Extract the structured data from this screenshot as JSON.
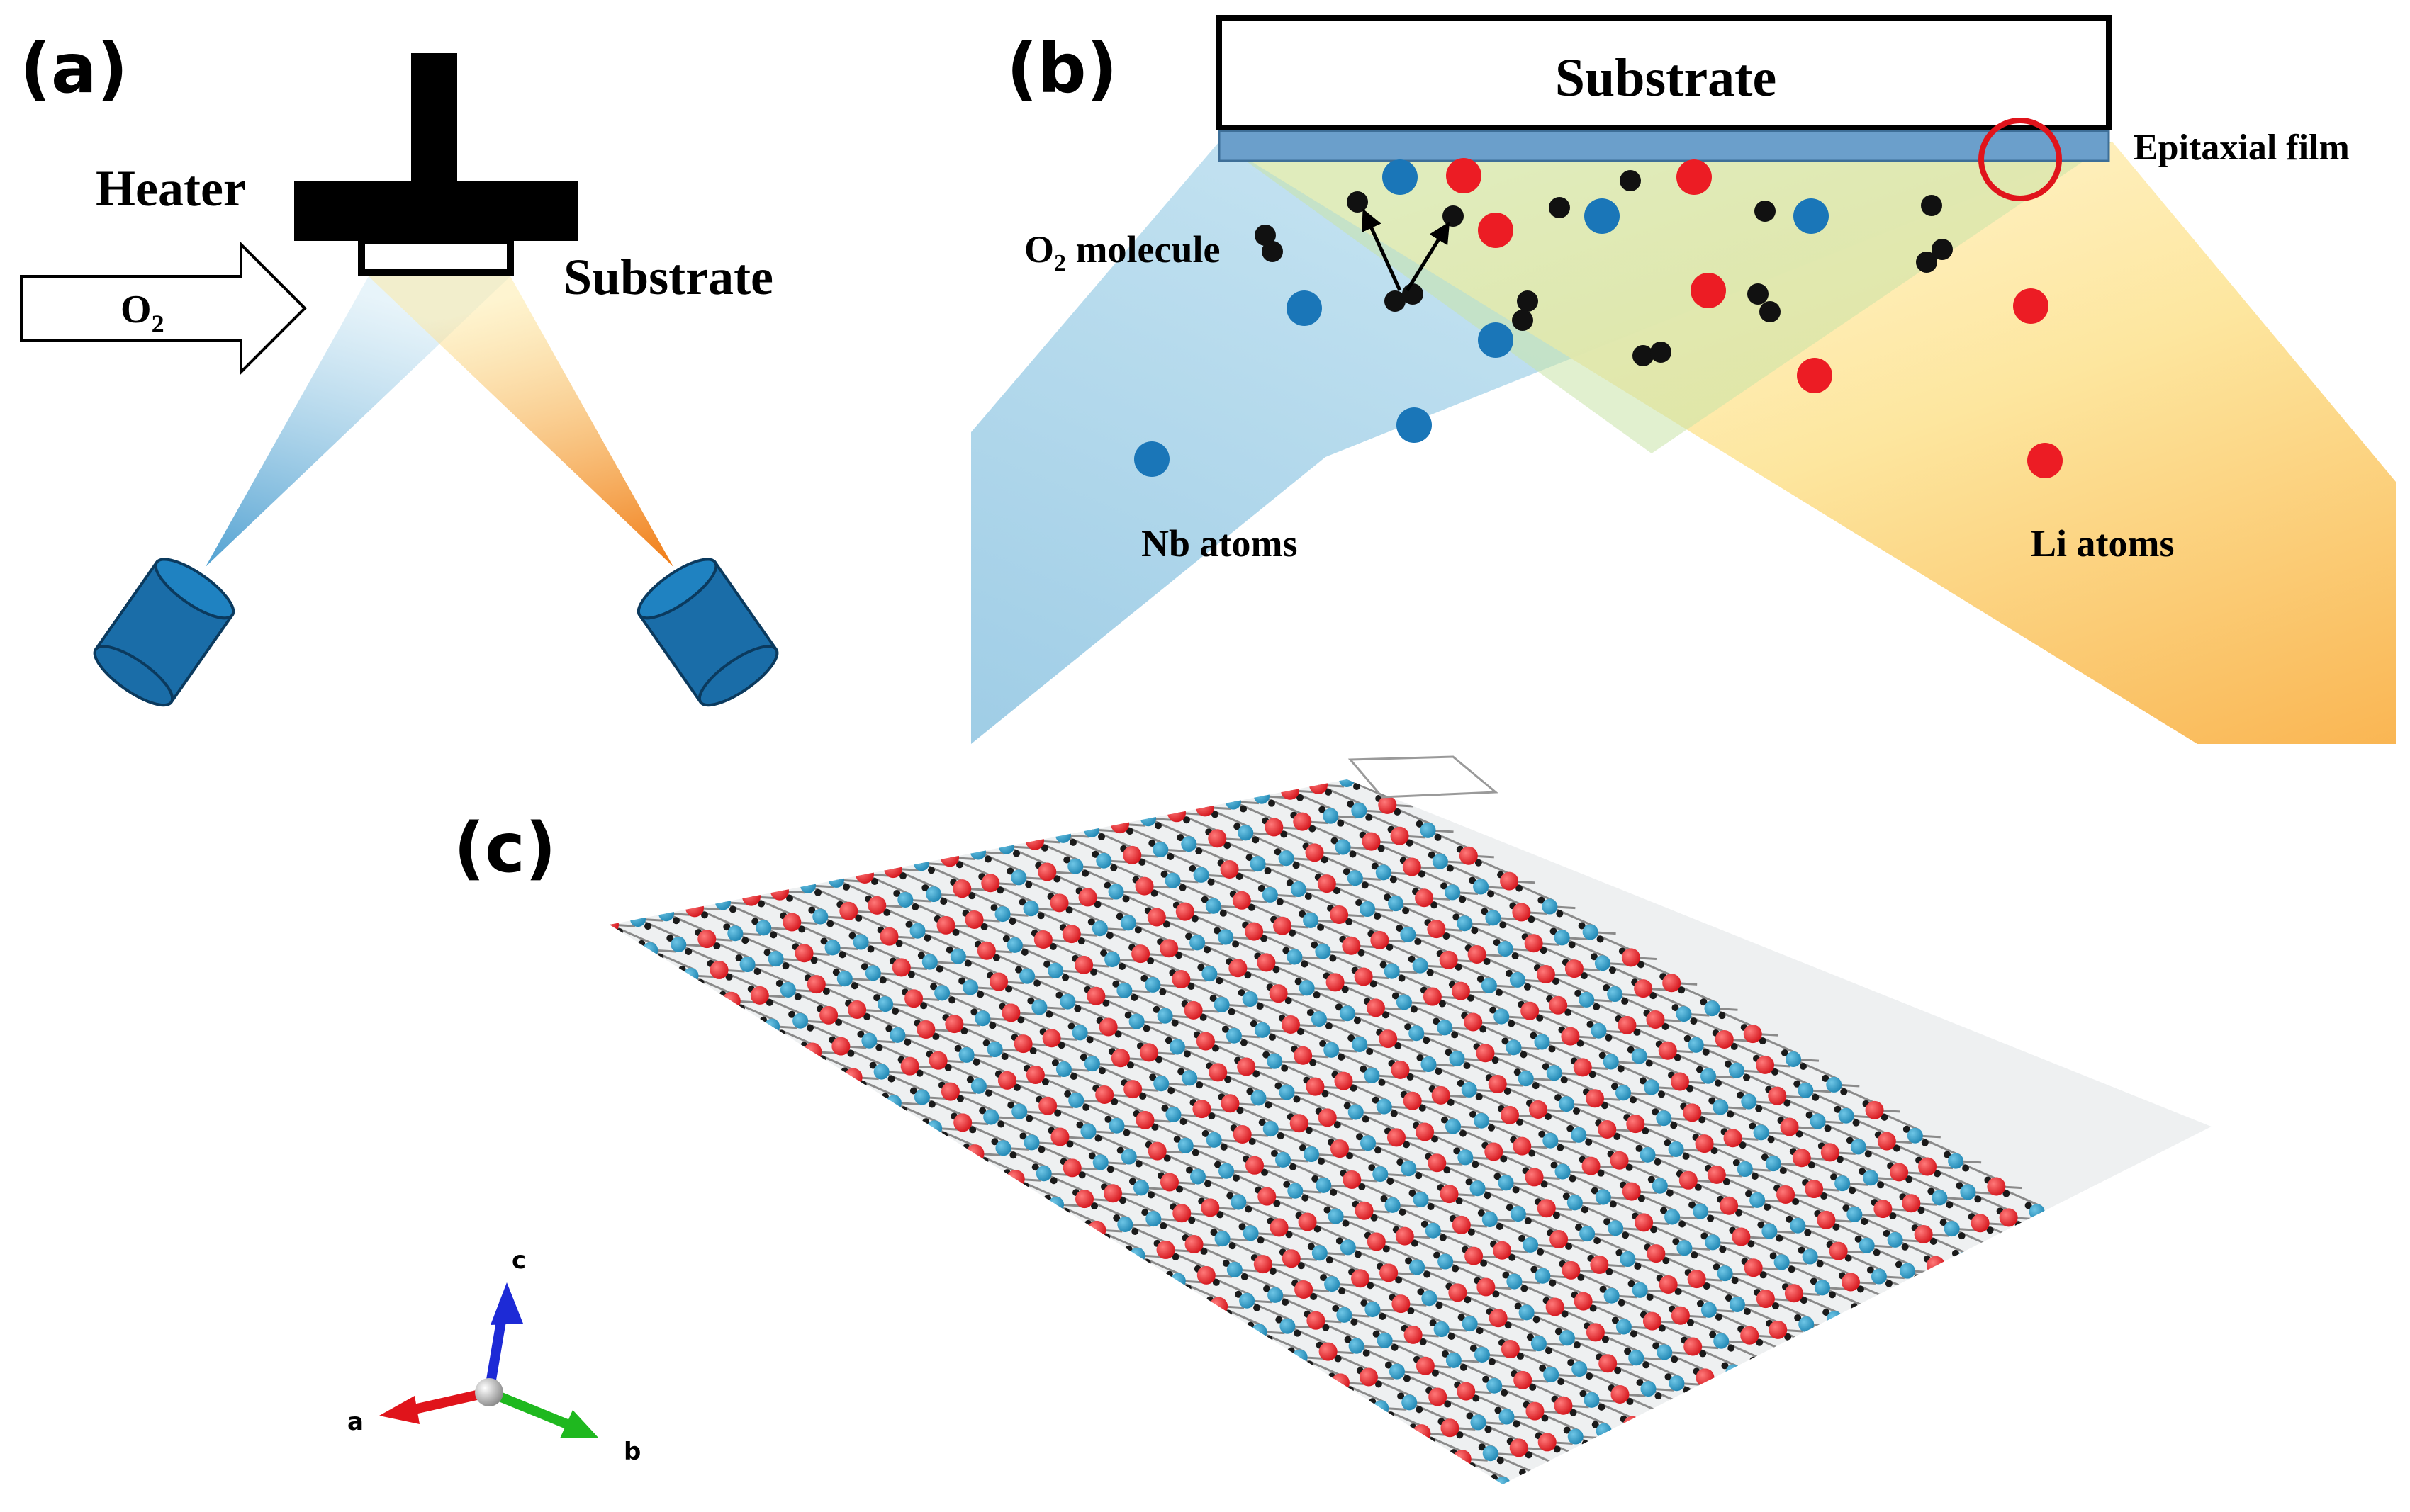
{
  "panel_a": {
    "label": "(a)",
    "heater_label": "Heater",
    "substrate_label": "Substrate",
    "gas_label": "O",
    "gas_subscript": "2"
  },
  "panel_b": {
    "label": "(b)",
    "substrate_label": "Substrate",
    "film_label": "Epitaxial film",
    "molecule_label": "O",
    "molecule_subscript": "2",
    "molecule_suffix": " molecule",
    "nb_label": "Nb atoms",
    "li_label": "Li atoms"
  },
  "panel_c": {
    "label": "(c)",
    "axes": {
      "a": "a",
      "b": "b",
      "c": "c"
    }
  },
  "colors": {
    "nb_blue": "#1a76b8",
    "li_red": "#ec1c24",
    "oxygen_black": "#111111",
    "film_blue": "#6b9fcb",
    "lattice_blue": "#2a9fc9",
    "lattice_red": "#e8242b",
    "bond_gray": "#8a8a8a"
  }
}
